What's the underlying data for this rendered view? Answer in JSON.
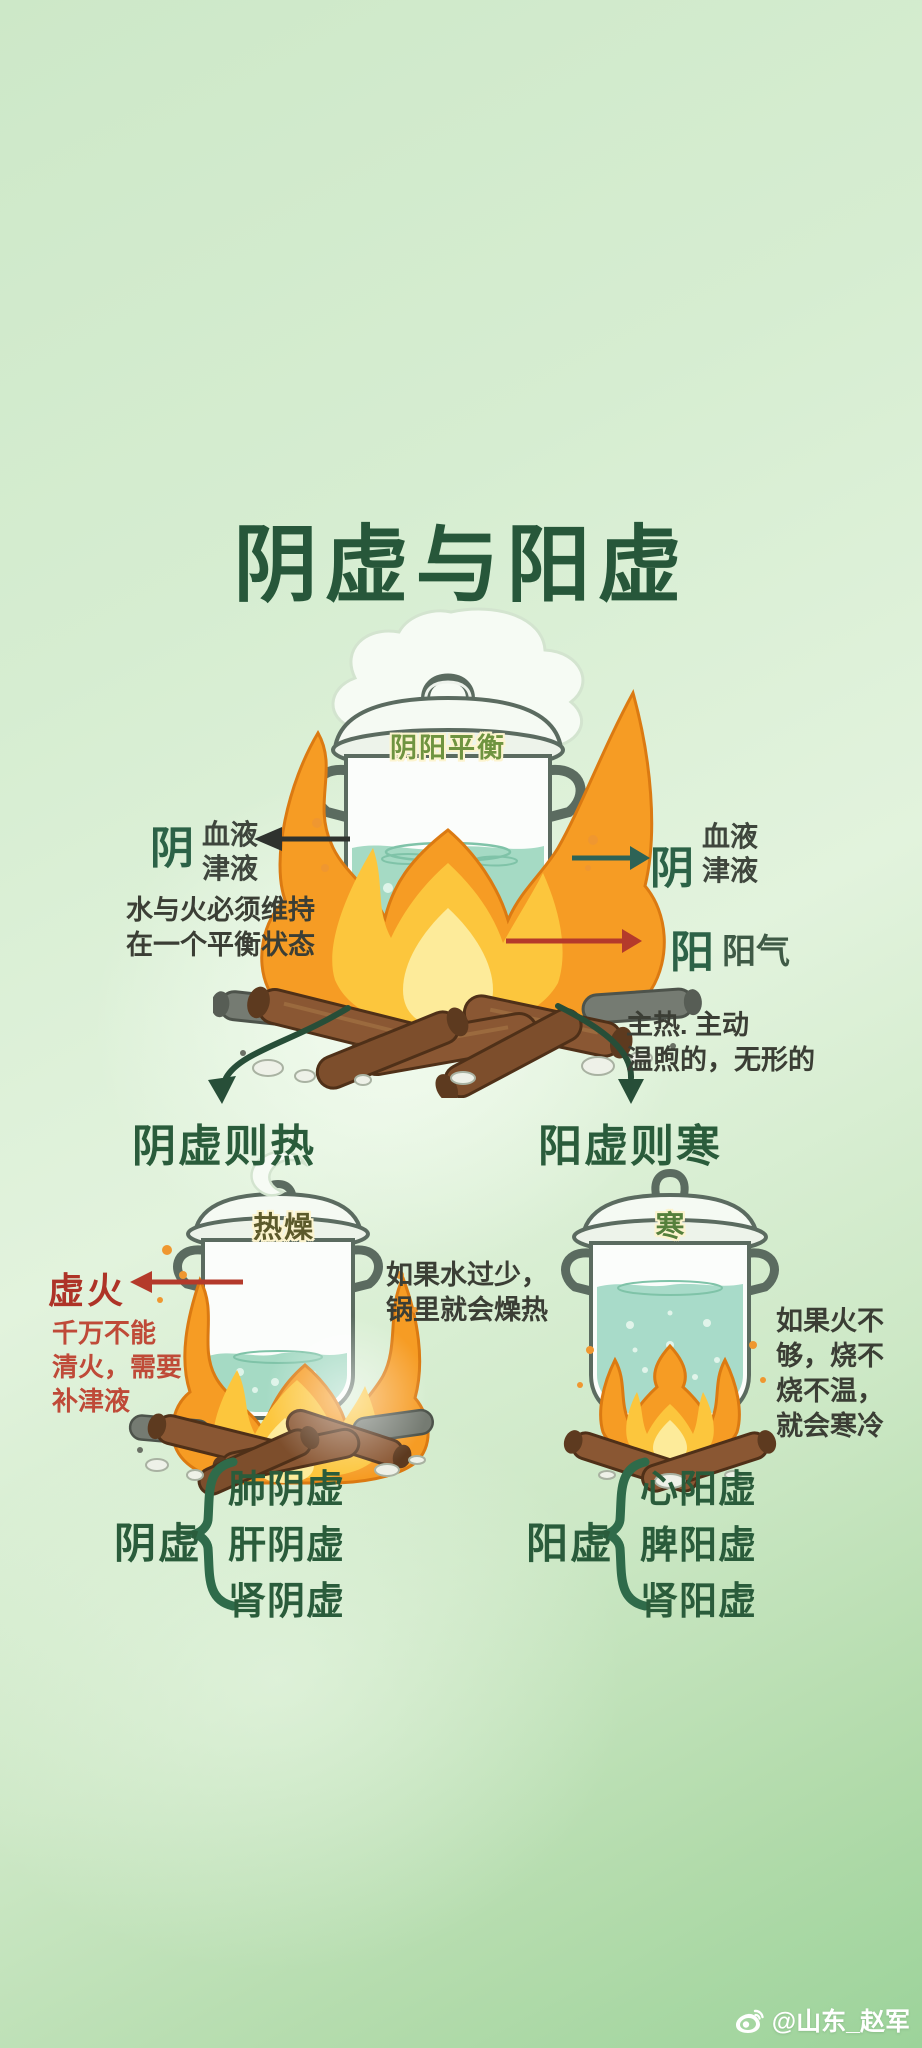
{
  "title": "阴虚与阳虚",
  "colors": {
    "title_green": "#27573a",
    "deep_green": "#2a5c3b",
    "body_text": "#3b3e35",
    "red_accent": "#b5382e",
    "teal_arrow": "#2d6356",
    "flame_orange": "#f69c24",
    "water_teal": "#a5dac4",
    "background_top": "#cfe9ca",
    "background_bottom": "#9cd39a"
  },
  "main_scene": {
    "lid_label": "阴阳平衡",
    "yin_left": {
      "term": "阴",
      "line1": "血液",
      "line2": "津液"
    },
    "yin_right": {
      "term": "阴",
      "line1": "血液",
      "line2": "津液"
    },
    "yang": {
      "term": "阳",
      "label": "阳气"
    },
    "balance_note": {
      "line1": "水与火必须维持",
      "line2": "在一个平衡状态"
    },
    "yang_note": {
      "line1": "主热. 主动",
      "line2": "温煦的，无形的"
    }
  },
  "branches": {
    "left": "阴虚则热",
    "right": "阳虚则寒"
  },
  "left_scene": {
    "lid_label": "热燥",
    "deficient_fire": "虚火",
    "warning": {
      "line1": "千万不能",
      "line2": "清火，需要",
      "line3": "补津液"
    },
    "note": {
      "line1": "如果水过少，",
      "line2": "锅里就会燥热"
    }
  },
  "right_scene": {
    "lid_label": "寒",
    "note": {
      "line1": "如果火不",
      "line2": "够，烧不",
      "line3": "烧不温，",
      "line4": "就会寒冷"
    }
  },
  "groups": {
    "yin": {
      "term": "阴虚",
      "items": [
        "肺阴虚",
        "肝阴虚",
        "肾阴虚"
      ]
    },
    "yang": {
      "term": "阳虚",
      "items": [
        "心阳虚",
        "脾阳虚",
        "肾阳虚"
      ]
    }
  },
  "watermark": {
    "handle": "@山东_赵军"
  }
}
